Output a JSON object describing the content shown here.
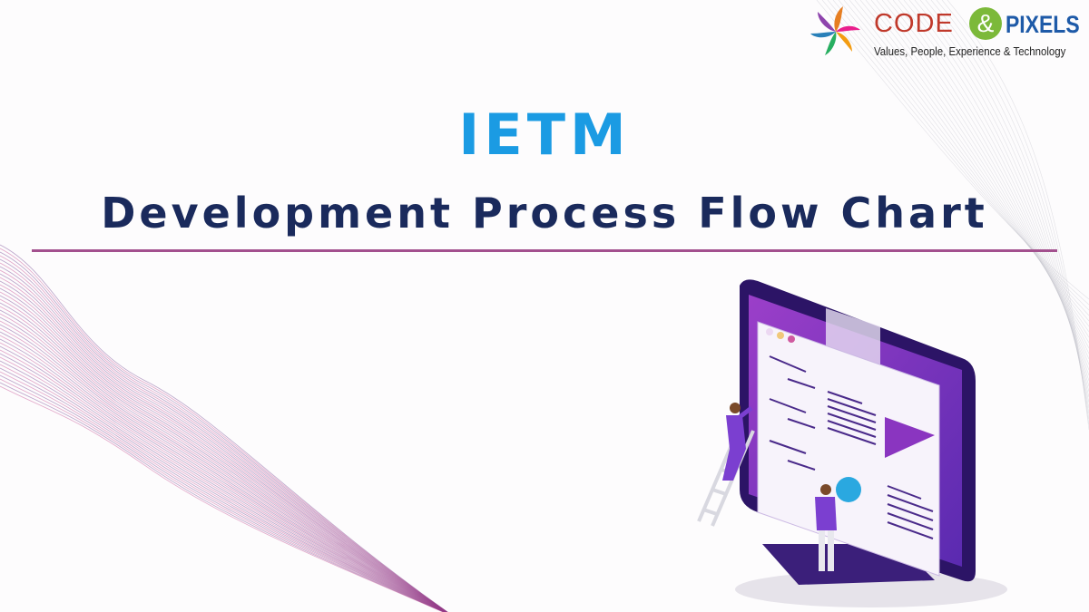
{
  "logo": {
    "brand_left": "CODE",
    "ampersand": "&",
    "brand_right": "PIXELS",
    "tagline": "Values, People, Experience & Technology"
  },
  "header": {
    "title": "IETM",
    "subtitle": "Development Process Flow Chart"
  },
  "colors": {
    "title": "#1b9be3",
    "subtitle": "#1a2a5c",
    "rule": "#a3508e",
    "accent_purple": "#6a2fb8"
  }
}
